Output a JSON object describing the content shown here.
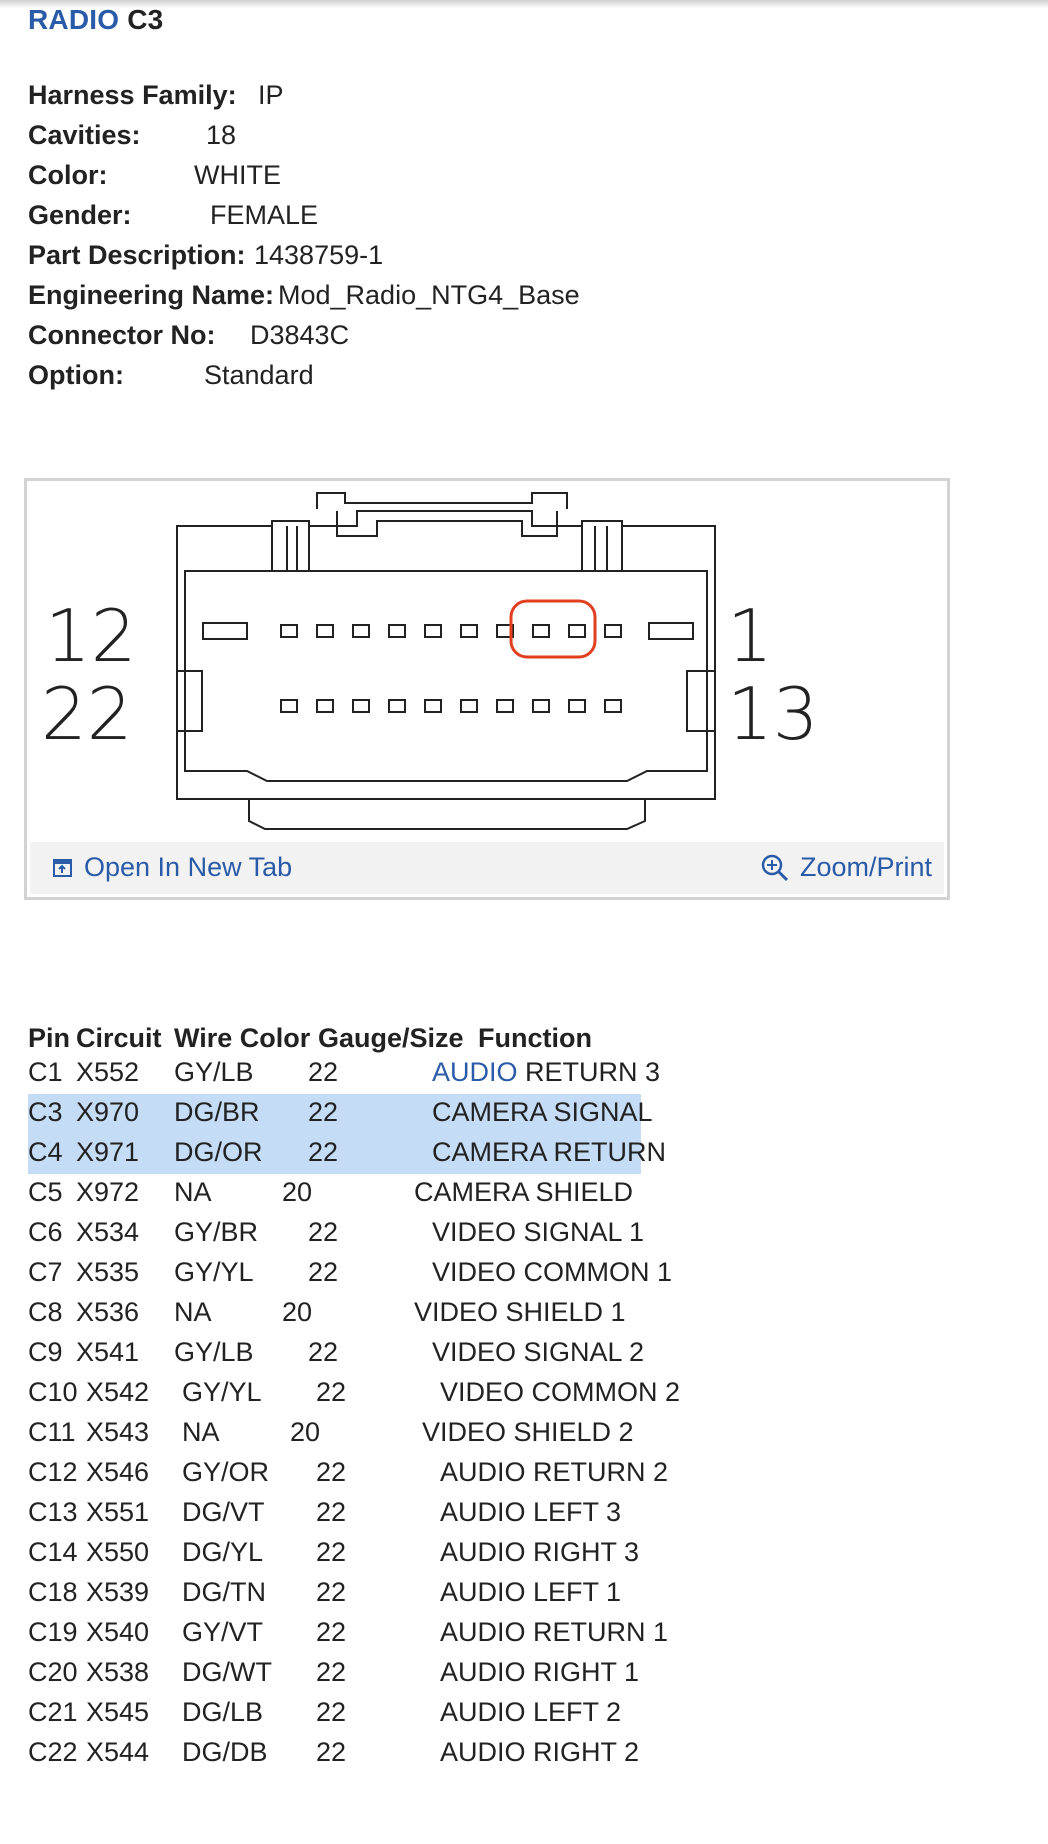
{
  "header": {
    "title_accent": "RADIO",
    "title_rest": "C3"
  },
  "properties": [
    {
      "label": "Harness Family:",
      "value": "IP"
    },
    {
      "label": "Cavities:",
      "value": "18"
    },
    {
      "label": "Color:",
      "value": "WHITE"
    },
    {
      "label": "Gender:",
      "value": "FEMALE"
    },
    {
      "label": "Part Description:",
      "value": "1438759-1"
    },
    {
      "label": "Engineering Name:",
      "value": "Mod_Radio_NTG4_Base"
    },
    {
      "label": "Connector No:",
      "value": "D3843C"
    },
    {
      "label": "Option:",
      "value": "Standard"
    }
  ],
  "diagram": {
    "labels": {
      "left_top": "12",
      "left_bottom": "22",
      "right_top": "1",
      "right_bottom": "13"
    },
    "highlight_color": "#e0401f",
    "open_tab_label": "Open In New Tab",
    "zoom_label": "Zoom/Print",
    "open_tab_icon": "open-external-icon",
    "zoom_icon": "magnify-plus-icon"
  },
  "table": {
    "headers": {
      "pin": "Pin",
      "circuit": "Circuit",
      "wire_color": "Wire Color",
      "gauge": "Gauge/Size",
      "function": "Function"
    },
    "highlight_color": "#c5dcf7",
    "rows": [
      {
        "pin": "C1",
        "circuit": "X552",
        "color": "GY/LB",
        "gauge": "22",
        "fn_accent": "AUDIO",
        "fn": " RETURN 3",
        "hl": false
      },
      {
        "pin": "C3",
        "circuit": "X970",
        "color": "DG/BR",
        "gauge": "22",
        "fn_accent": "",
        "fn": "CAMERA SIGNAL",
        "hl": true
      },
      {
        "pin": "C4",
        "circuit": "X971",
        "color": "DG/OR",
        "gauge": "22",
        "fn_accent": "",
        "fn": "CAMERA RETURN",
        "hl": true
      },
      {
        "pin": "C5",
        "circuit": "X972",
        "color": "NA",
        "gauge": "20",
        "fn_accent": "",
        "fn": "CAMERA SHIELD",
        "hl": false
      },
      {
        "pin": "C6",
        "circuit": "X534",
        "color": "GY/BR",
        "gauge": "22",
        "fn_accent": "",
        "fn": "VIDEO SIGNAL 1",
        "hl": false
      },
      {
        "pin": "C7",
        "circuit": "X535",
        "color": "GY/YL",
        "gauge": "22",
        "fn_accent": "",
        "fn": "VIDEO COMMON 1",
        "hl": false
      },
      {
        "pin": "C8",
        "circuit": "X536",
        "color": "NA",
        "gauge": "20",
        "fn_accent": "",
        "fn": "VIDEO SHIELD 1",
        "hl": false
      },
      {
        "pin": "C9",
        "circuit": "X541",
        "color": "GY/LB",
        "gauge": "22",
        "fn_accent": "",
        "fn": "VIDEO SIGNAL 2",
        "hl": false
      },
      {
        "pin": "C10",
        "circuit": "X542",
        "color": "GY/YL",
        "gauge": "22",
        "fn_accent": "",
        "fn": "VIDEO COMMON 2",
        "hl": false
      },
      {
        "pin": "C11",
        "circuit": "X543",
        "color": "NA",
        "gauge": "20",
        "fn_accent": "",
        "fn": "VIDEO SHIELD 2",
        "hl": false
      },
      {
        "pin": "C12",
        "circuit": "X546",
        "color": "GY/OR",
        "gauge": "22",
        "fn_accent": "",
        "fn": "AUDIO RETURN 2",
        "hl": false
      },
      {
        "pin": "C13",
        "circuit": "X551",
        "color": "DG/VT",
        "gauge": "22",
        "fn_accent": "",
        "fn": "AUDIO LEFT 3",
        "hl": false
      },
      {
        "pin": "C14",
        "circuit": "X550",
        "color": "DG/YL",
        "gauge": "22",
        "fn_accent": "",
        "fn": "AUDIO RIGHT 3",
        "hl": false
      },
      {
        "pin": "C18",
        "circuit": "X539",
        "color": "DG/TN",
        "gauge": "22",
        "fn_accent": "",
        "fn": "AUDIO LEFT 1",
        "hl": false
      },
      {
        "pin": "C19",
        "circuit": "X540",
        "color": "GY/VT",
        "gauge": "22",
        "fn_accent": "",
        "fn": "AUDIO RETURN 1",
        "hl": false
      },
      {
        "pin": "C20",
        "circuit": "X538",
        "color": "DG/WT",
        "gauge": "22",
        "fn_accent": "",
        "fn": "AUDIO RIGHT 1",
        "hl": false
      },
      {
        "pin": "C21",
        "circuit": "X545",
        "color": "DG/LB",
        "gauge": "22",
        "fn_accent": "",
        "fn": "AUDIO LEFT 2",
        "hl": false
      },
      {
        "pin": "C22",
        "circuit": "X544",
        "color": "DG/DB",
        "gauge": "22",
        "fn_accent": "",
        "fn": "AUDIO RIGHT 2",
        "hl": false
      }
    ]
  }
}
